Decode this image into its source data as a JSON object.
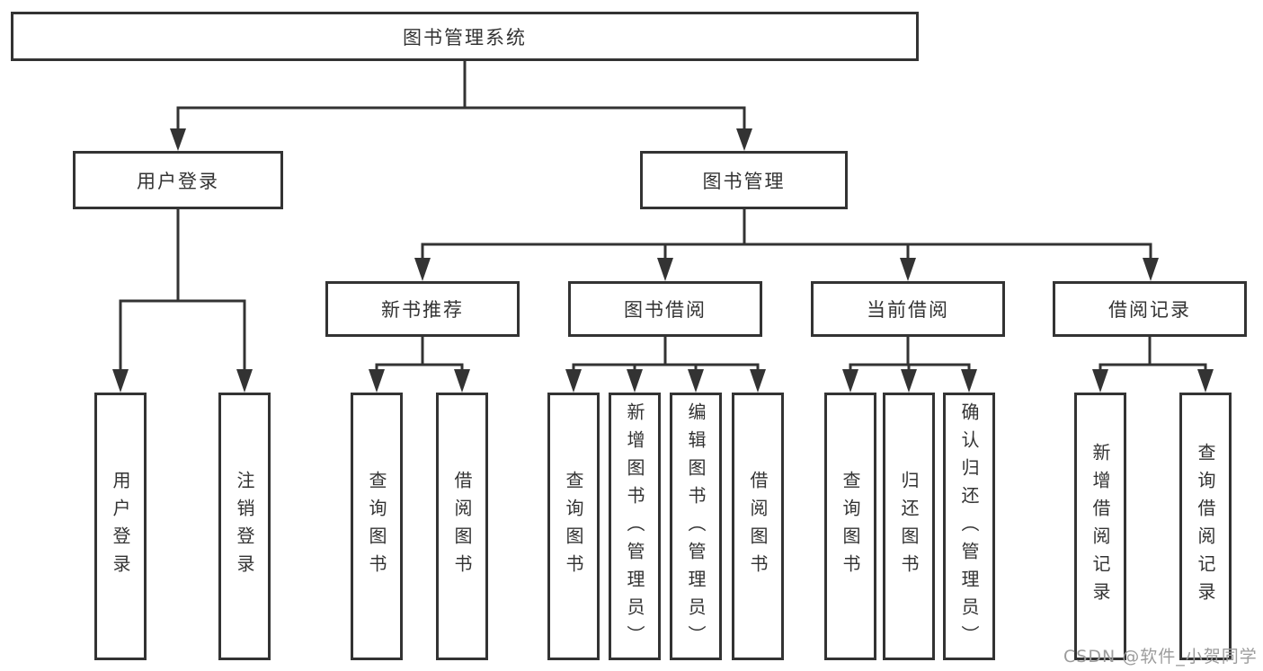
{
  "tree": {
    "root": {
      "label": "图书管理系统"
    },
    "branches": [
      {
        "label": "用户登录",
        "children": [
          {
            "label": "用户登录"
          },
          {
            "label": "注销登录"
          }
        ]
      },
      {
        "label": "图书管理",
        "children": [
          {
            "label": "新书推荐",
            "children": [
              {
                "label": "查询图书"
              },
              {
                "label": "借阅图书"
              }
            ]
          },
          {
            "label": "图书借阅",
            "children": [
              {
                "label": "查询图书"
              },
              {
                "label": "新增图书（管理员）"
              },
              {
                "label": "编辑图书（管理员）"
              },
              {
                "label": "借阅图书"
              }
            ]
          },
          {
            "label": "当前借阅",
            "children": [
              {
                "label": "查询图书"
              },
              {
                "label": "归还图书"
              },
              {
                "label": "确认归还（管理员）"
              }
            ]
          },
          {
            "label": "借阅记录",
            "children": [
              {
                "label": "新增借阅记录"
              },
              {
                "label": "查询借阅记录"
              }
            ]
          }
        ]
      }
    ]
  },
  "watermark": {
    "text": "CSDN @软件_小贺同学"
  },
  "colors": {
    "line": "#333333",
    "box_border": "#333333",
    "text": "#333333",
    "background": "#ffffff",
    "watermark": "#9c9c9c"
  }
}
